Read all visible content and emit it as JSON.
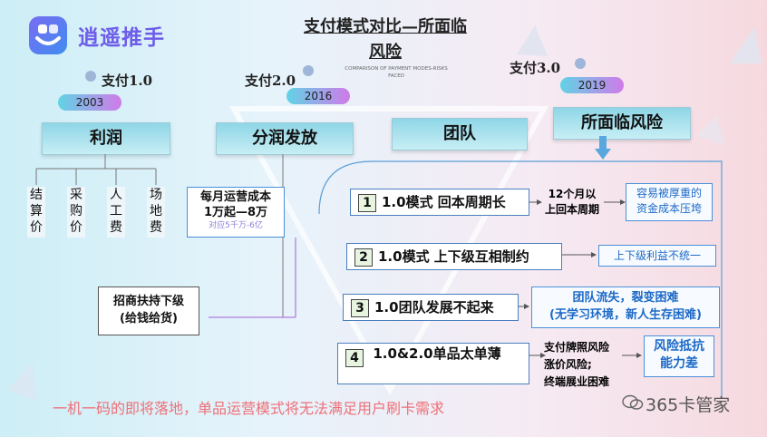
{
  "logo": {
    "text": "逍遥推手",
    "icon": "logo-icon"
  },
  "title": "支付模式对比—所面临风险",
  "subtitle_en": "COMPARISON OF PAYMENT MODES-RISKS FACED",
  "eras": [
    {
      "label": "支付1.0",
      "year": "2003",
      "category": "利润"
    },
    {
      "label": "支付2.0",
      "year": "2016",
      "category": "分润发放"
    },
    {
      "label": "",
      "year": "",
      "category": "团队"
    },
    {
      "label": "支付3.0",
      "year": "2019",
      "category": "所面临风险"
    }
  ],
  "profit_items": [
    "结算价",
    "采购价",
    "人工费",
    "场地费"
  ],
  "cost_box": {
    "line1": "每月运营成本",
    "line2": "1万起—8万",
    "note": "对应5千万-6亿"
  },
  "merchant_box": {
    "line1": "招商扶持下级",
    "line2": "(给钱给货)"
  },
  "risks": [
    {
      "num": "1",
      "text": "1.0模式 回本周期长"
    },
    {
      "num": "2",
      "text": "1.0模式 上下级互相制约"
    },
    {
      "num": "3",
      "text": "1.0团队发展不起来"
    },
    {
      "num": "4",
      "text": "1.0&2.0单品太单薄"
    }
  ],
  "risk1_mid": {
    "line1": "12个月以",
    "line2": "上回本周期"
  },
  "risk1_right": {
    "line1": "容易被厚重的",
    "line2": "资金成本压垮"
  },
  "risk2_right": "上下级利益不统一",
  "risk3_right": {
    "line1": "团队流失，裂变困难",
    "line2": "(无学习环境，新人生存困难)"
  },
  "risk4_mid": {
    "line1": "支付牌照风险",
    "line2": "涨价风险;",
    "line3": "终端展业困难"
  },
  "risk4_right": {
    "line1": "风险抵抗",
    "line2": "能力差"
  },
  "bottom_note": "一机一码的即将落地，单品运营模式将无法满足用户刷卡需求",
  "watermark": "365卡管家",
  "colors": {
    "accent": "#6d5de8",
    "note": "#ef6f77",
    "risk_blue": "#1c69c7"
  }
}
